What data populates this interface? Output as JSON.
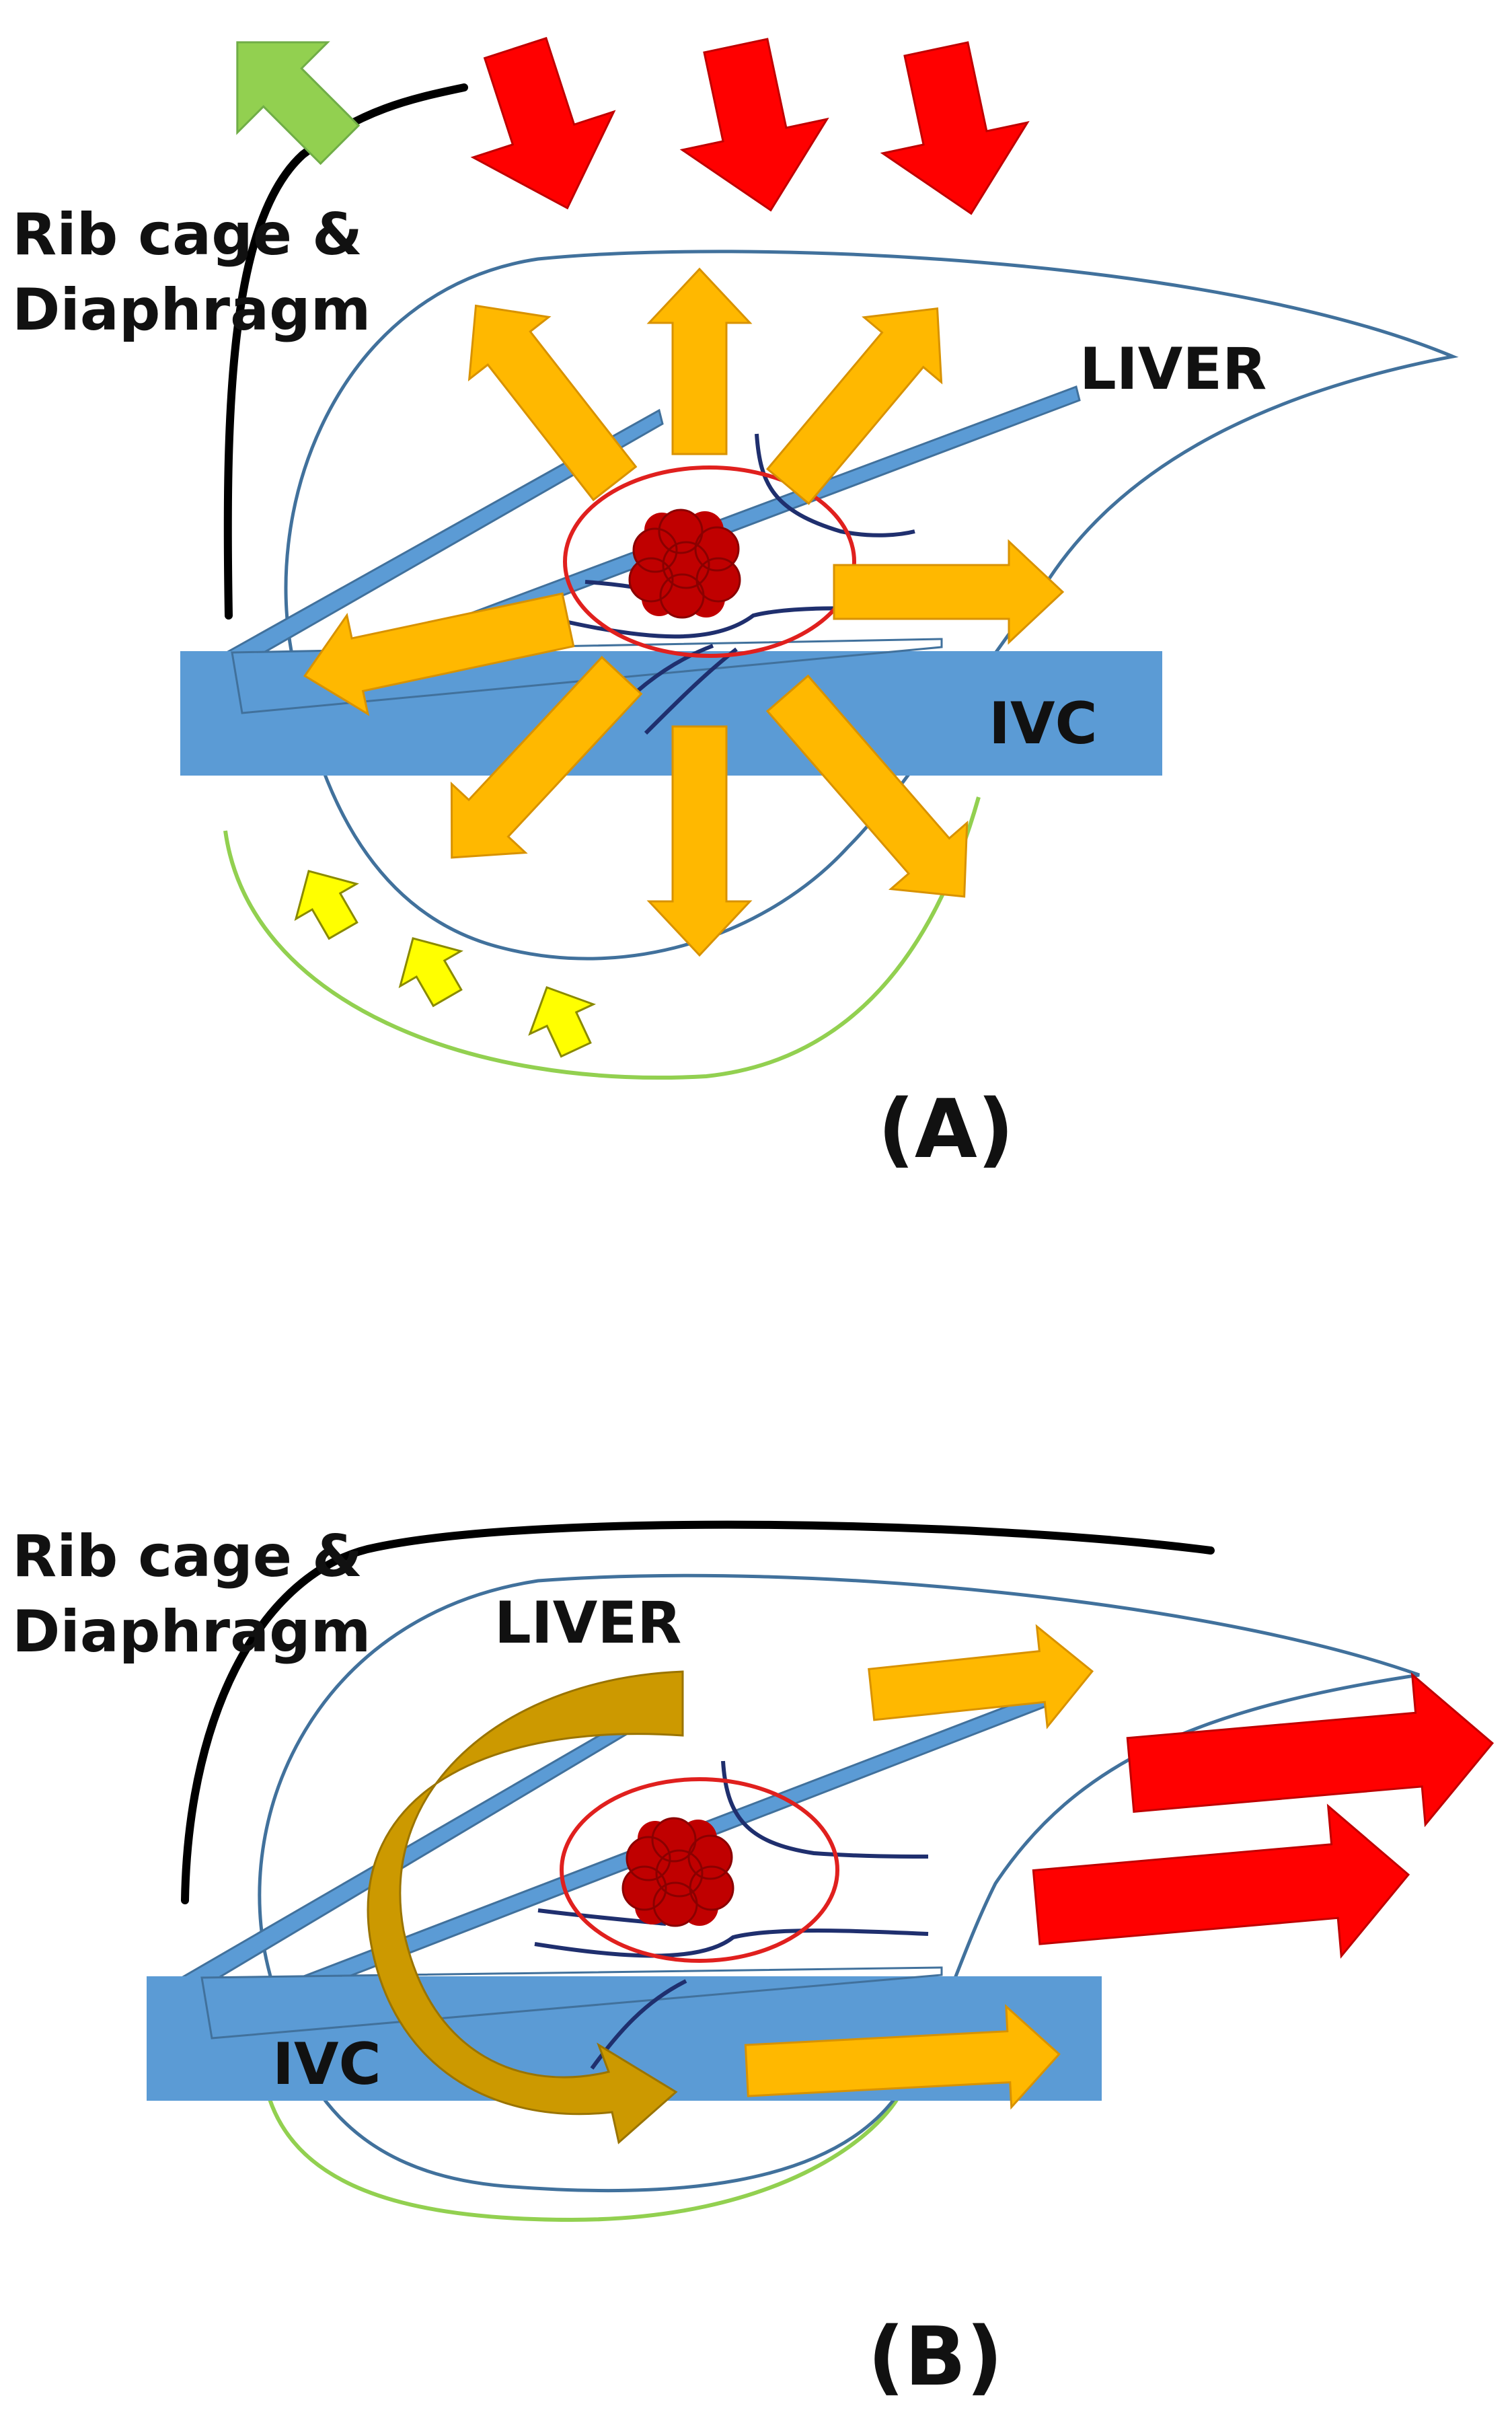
{
  "panel_a": {
    "label": "(A)",
    "rib_label_line1": "Rib cage &",
    "rib_label_line2": "Diaphragm",
    "liver_label": "LIVER",
    "ivc_label": "IVC"
  },
  "panel_b": {
    "label": "(B)",
    "rib_label_line1": "Rib cage &",
    "rib_label_line2": "Diaphragm",
    "liver_label": "LIVER",
    "ivc_label": "IVC"
  },
  "colors": {
    "pressure_arrow": "#ff0000",
    "expansion_arrow": "#ffb800",
    "curved_arrow": "#cc9900",
    "rib_expansion_arrow": "#92d050",
    "small_arrow": "#ffff00",
    "ivc": "#5b9bd5",
    "liver_outline": "#41719c",
    "tumor": "#c00000",
    "tumor_ring": "#e0201e",
    "vessel": "#1f2f6e",
    "rib_cage": "#000000",
    "outer_outline": "#92d050"
  },
  "icons": {
    "tumor": "tumor-cluster-icon",
    "pressure": "red-pressure-arrow-icon",
    "expansion": "orange-expansion-arrow-icon"
  }
}
